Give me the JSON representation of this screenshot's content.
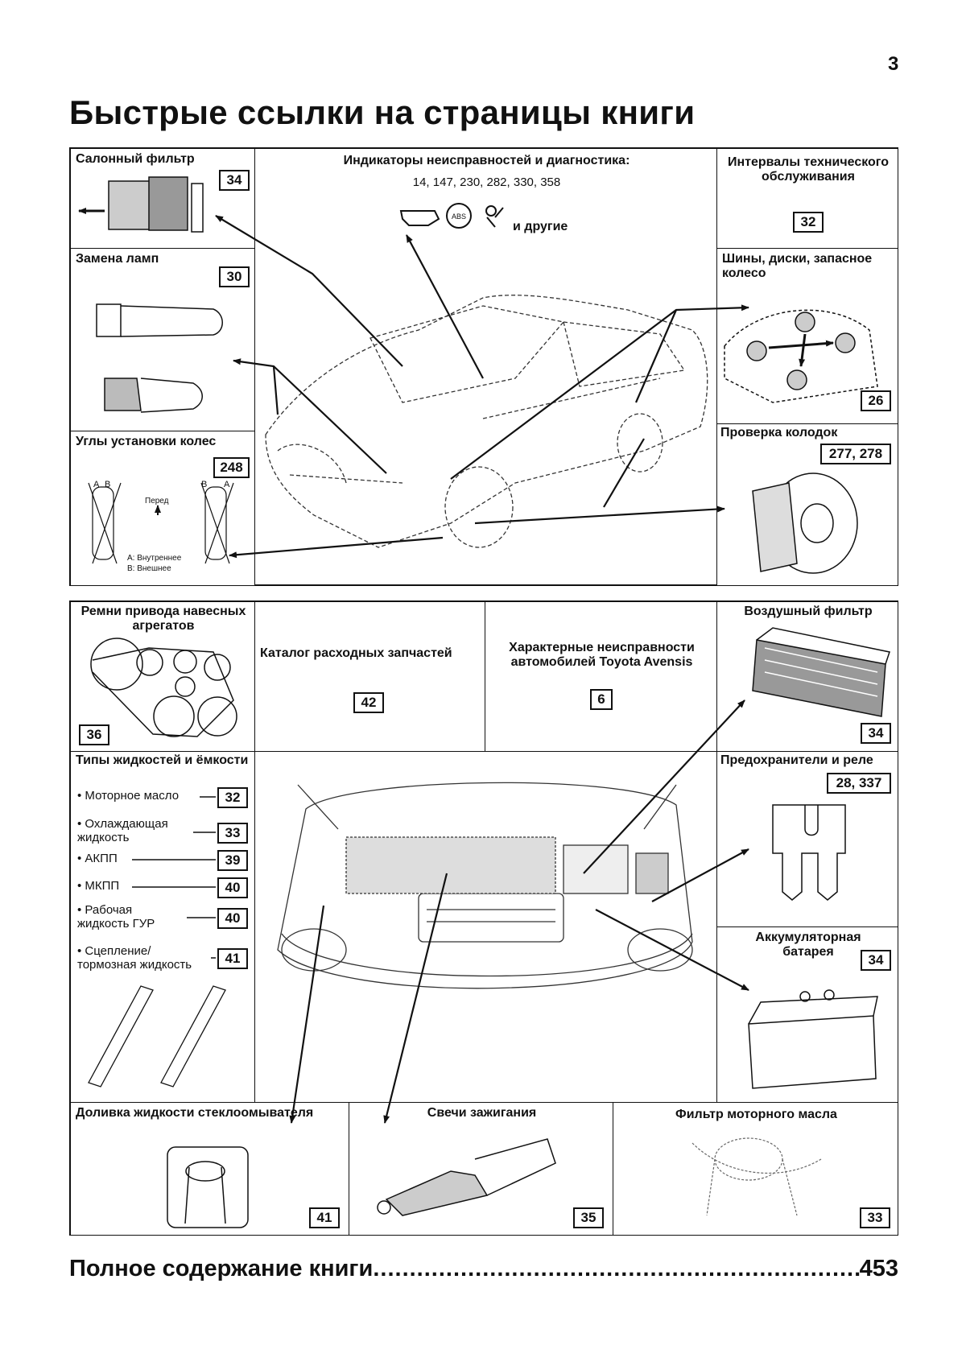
{
  "page_number": "3",
  "title": "Быстрые ссылки на страницы книги",
  "top_section": {
    "cabin_filter": {
      "label": "Салонный фильтр",
      "page": "34"
    },
    "diagnostics": {
      "label": "Индикаторы неисправностей и диагностика:",
      "pages": "14, 147, 230, 282, 330, 358",
      "others": "и другие",
      "abs_symbol": "ABS"
    },
    "service_intervals": {
      "label": "Интервалы технического обслуживания",
      "page": "32"
    },
    "lamps": {
      "label": "Замена ламп",
      "page": "30"
    },
    "tires": {
      "label": "Шины, диски, запасное колесо",
      "page": "26"
    },
    "alignment": {
      "label": "Углы установки колес",
      "page": "248",
      "front": "Перед",
      "legend_a": "A: Внутреннее",
      "legend_b": "B: Внешнее",
      "mark_a": "A",
      "mark_b": "B"
    },
    "brake_pads": {
      "label": "Проверка колодок",
      "page": "277, 278"
    }
  },
  "bottom_section": {
    "belts": {
      "label": "Ремни привода навесных агрегатов",
      "page": "36"
    },
    "catalog": {
      "label": "Каталог расходных запчастей",
      "page": "42"
    },
    "faults": {
      "label": "Характерные неисправности автомобилей Toyota Avensis",
      "page": "6"
    },
    "air_filter": {
      "label": "Воздушный фильтр",
      "page": "34"
    },
    "fluids": {
      "label": "Типы жидкостей и ёмкости",
      "items": [
        {
          "name": "• Моторное масло",
          "page": "32"
        },
        {
          "name": "• Охлаждающая жидкость",
          "page": "33"
        },
        {
          "name": "• АКПП",
          "page": "39"
        },
        {
          "name": "• МКПП",
          "page": "40"
        },
        {
          "name": "• Рабочая жидкость ГУР",
          "page": "40"
        },
        {
          "name": "• Сцепление/тормозная жидкость",
          "page": "41"
        }
      ]
    },
    "fuses": {
      "label": "Предохранители и реле",
      "page": "28, 337"
    },
    "battery": {
      "label": "Аккумуляторная батарея",
      "page": "34"
    },
    "washer": {
      "label": "Доливка жидкости стеклоомывателя",
      "page": "41"
    },
    "spark_plugs": {
      "label": "Свечи зажигания",
      "page": "35"
    },
    "oil_filter": {
      "label": "Фильтр моторного масла",
      "page": "33"
    }
  },
  "footer": {
    "label": "Полное содержание книги",
    "dots": "...................................................................................................",
    "page": "453"
  }
}
